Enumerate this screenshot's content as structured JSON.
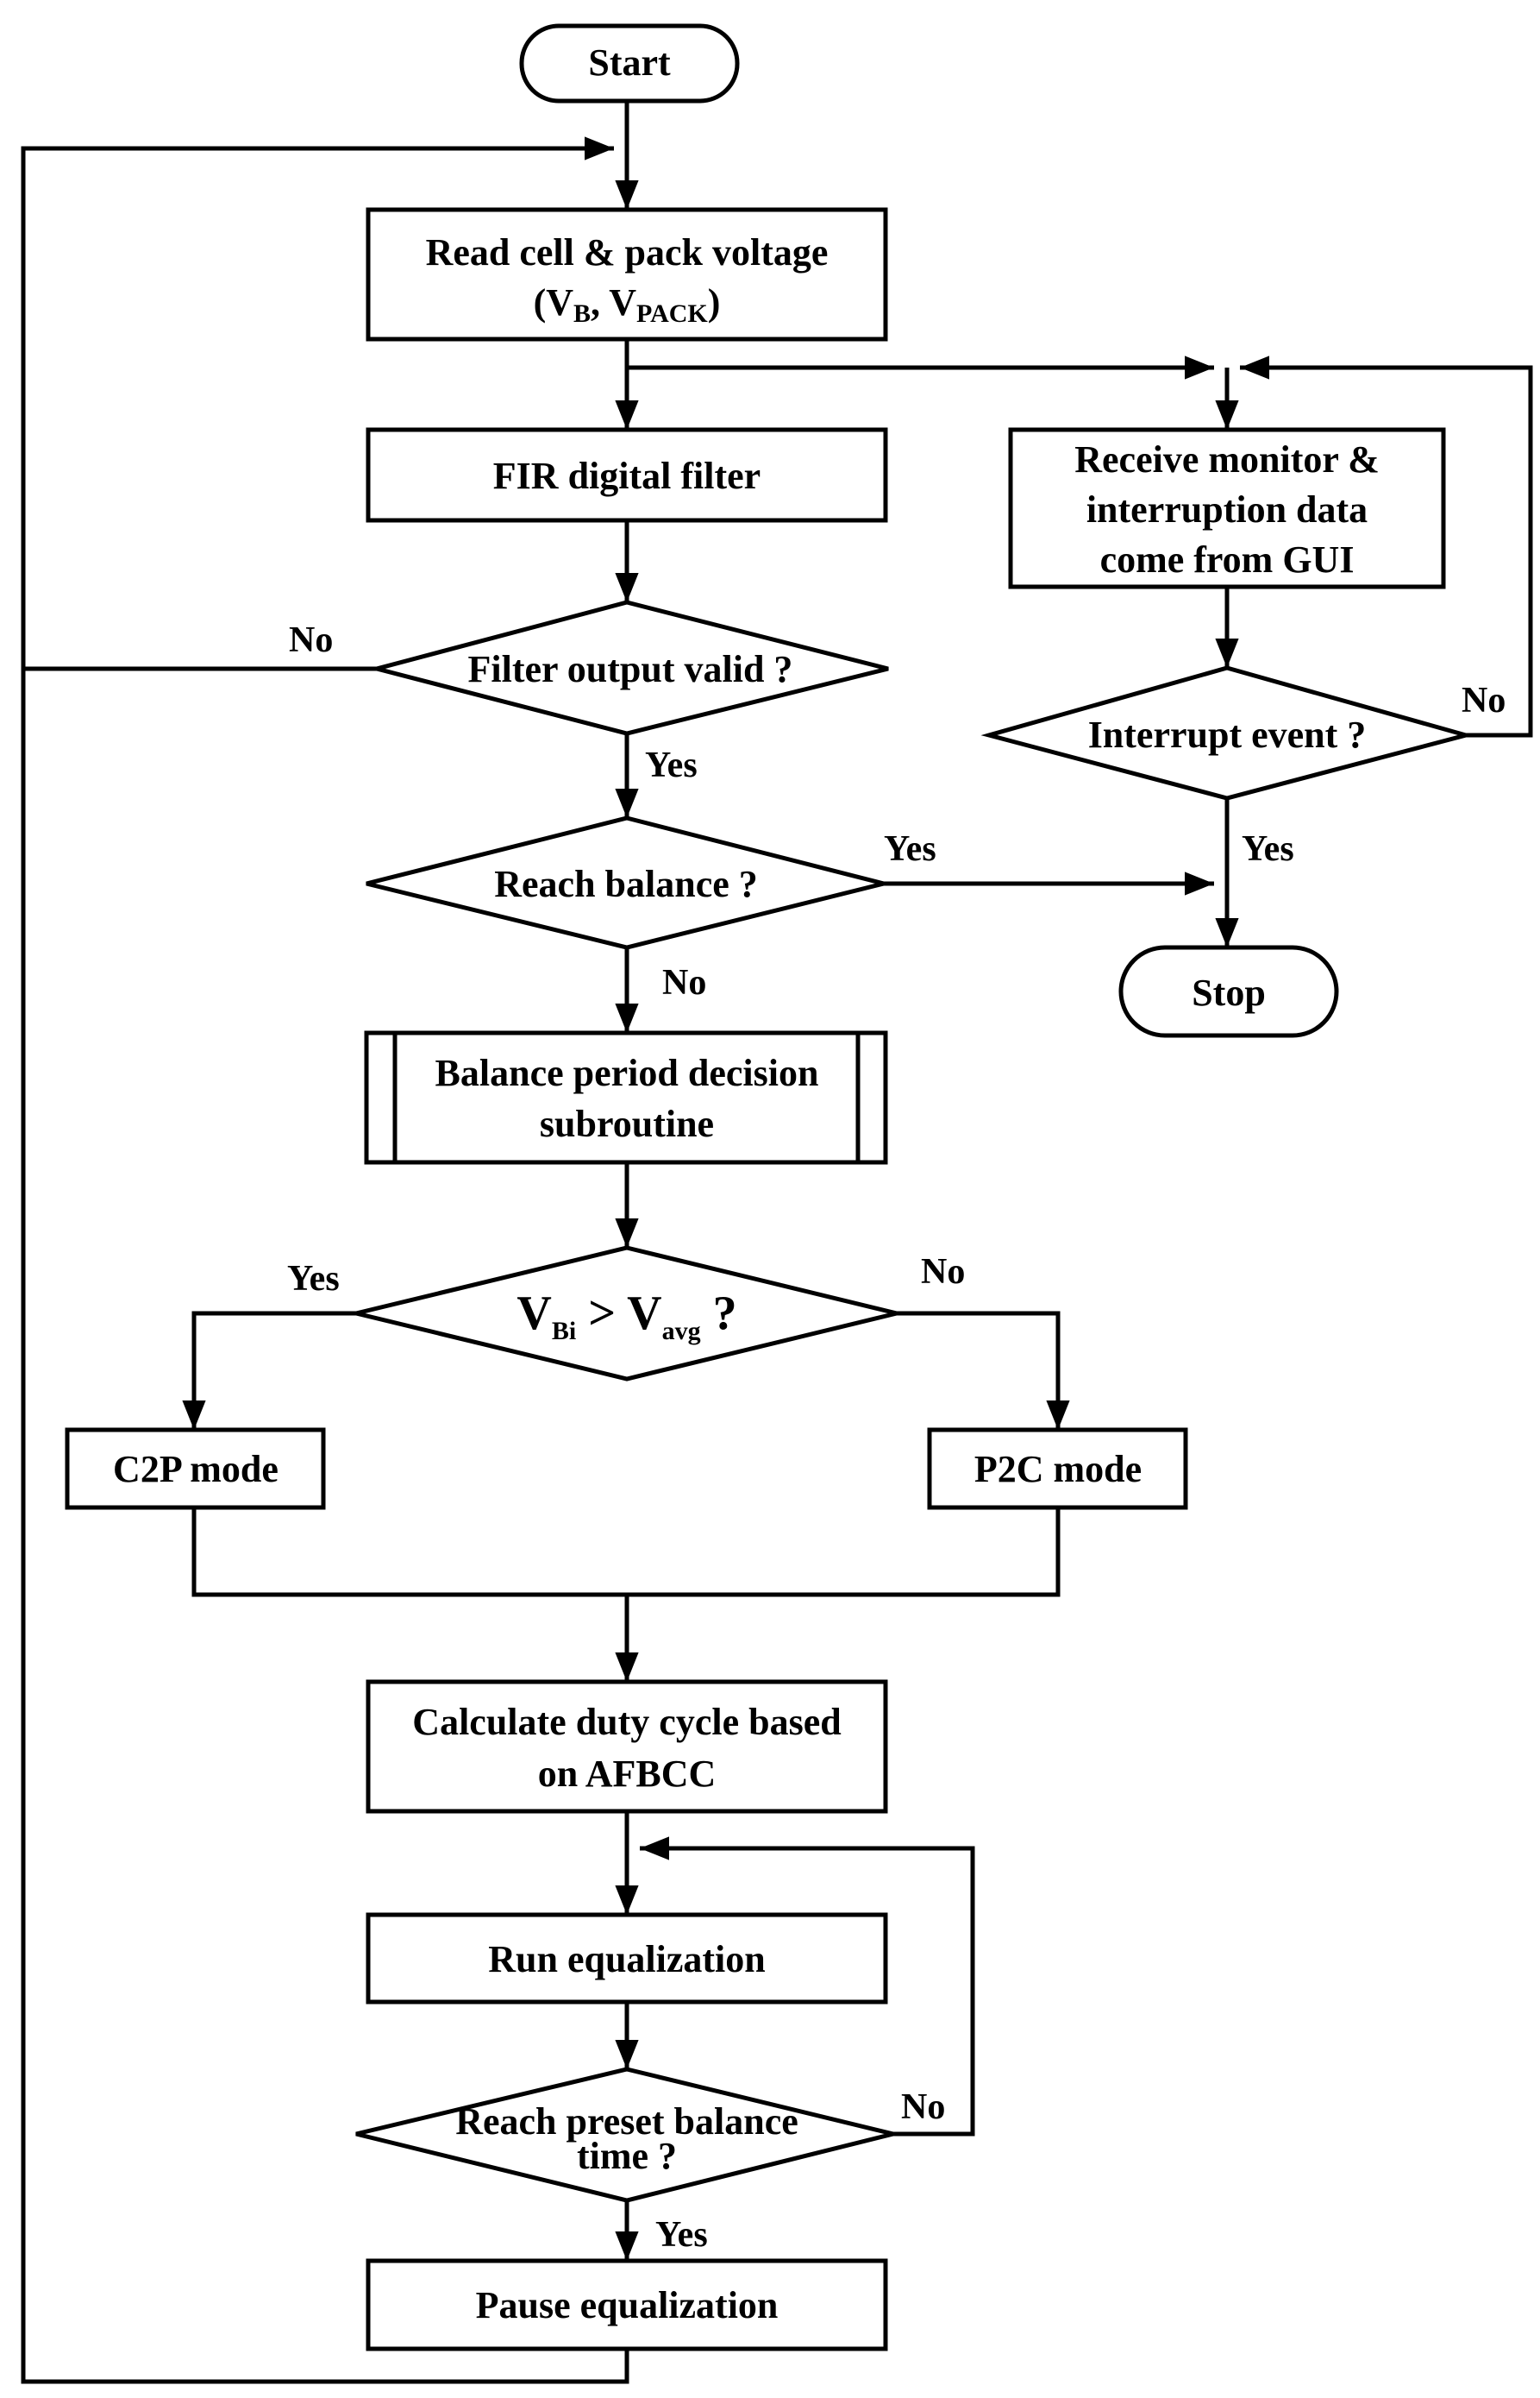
{
  "nodes": {
    "start": "Start",
    "read_voltage": [
      "Read cell & pack voltage",
      "(V",
      "B",
      ", V",
      "PACK",
      ")"
    ],
    "fir_filter": "FIR digital filter",
    "filter_valid": "Filter output valid ?",
    "reach_balance": "Reach balance ?",
    "balance_period": [
      "Balance period decision",
      "subroutine"
    ],
    "vbi_compare": [
      "V",
      "Bi",
      " > V",
      "avg",
      " ?"
    ],
    "c2p_mode": "C2P mode",
    "p2c_mode": "P2C mode",
    "calc_duty": [
      "Calculate duty cycle based",
      "on AFBCC"
    ],
    "run_eq": "Run equalization",
    "reach_preset": [
      "Reach preset balance",
      "time ?"
    ],
    "pause_eq": "Pause equalization",
    "receive_monitor": [
      "Receive monitor &",
      "interruption data",
      "come from GUI"
    ],
    "interrupt_event": "Interrupt event ?",
    "stop": "Stop"
  },
  "labels": {
    "filter_no": "No",
    "filter_yes": "Yes",
    "balance_yes": "Yes",
    "balance_no": "No",
    "compare_yes": "Yes",
    "compare_no": "No",
    "interrupt_no": "No",
    "interrupt_yes": "Yes",
    "preset_no": "No",
    "preset_yes": "Yes"
  }
}
